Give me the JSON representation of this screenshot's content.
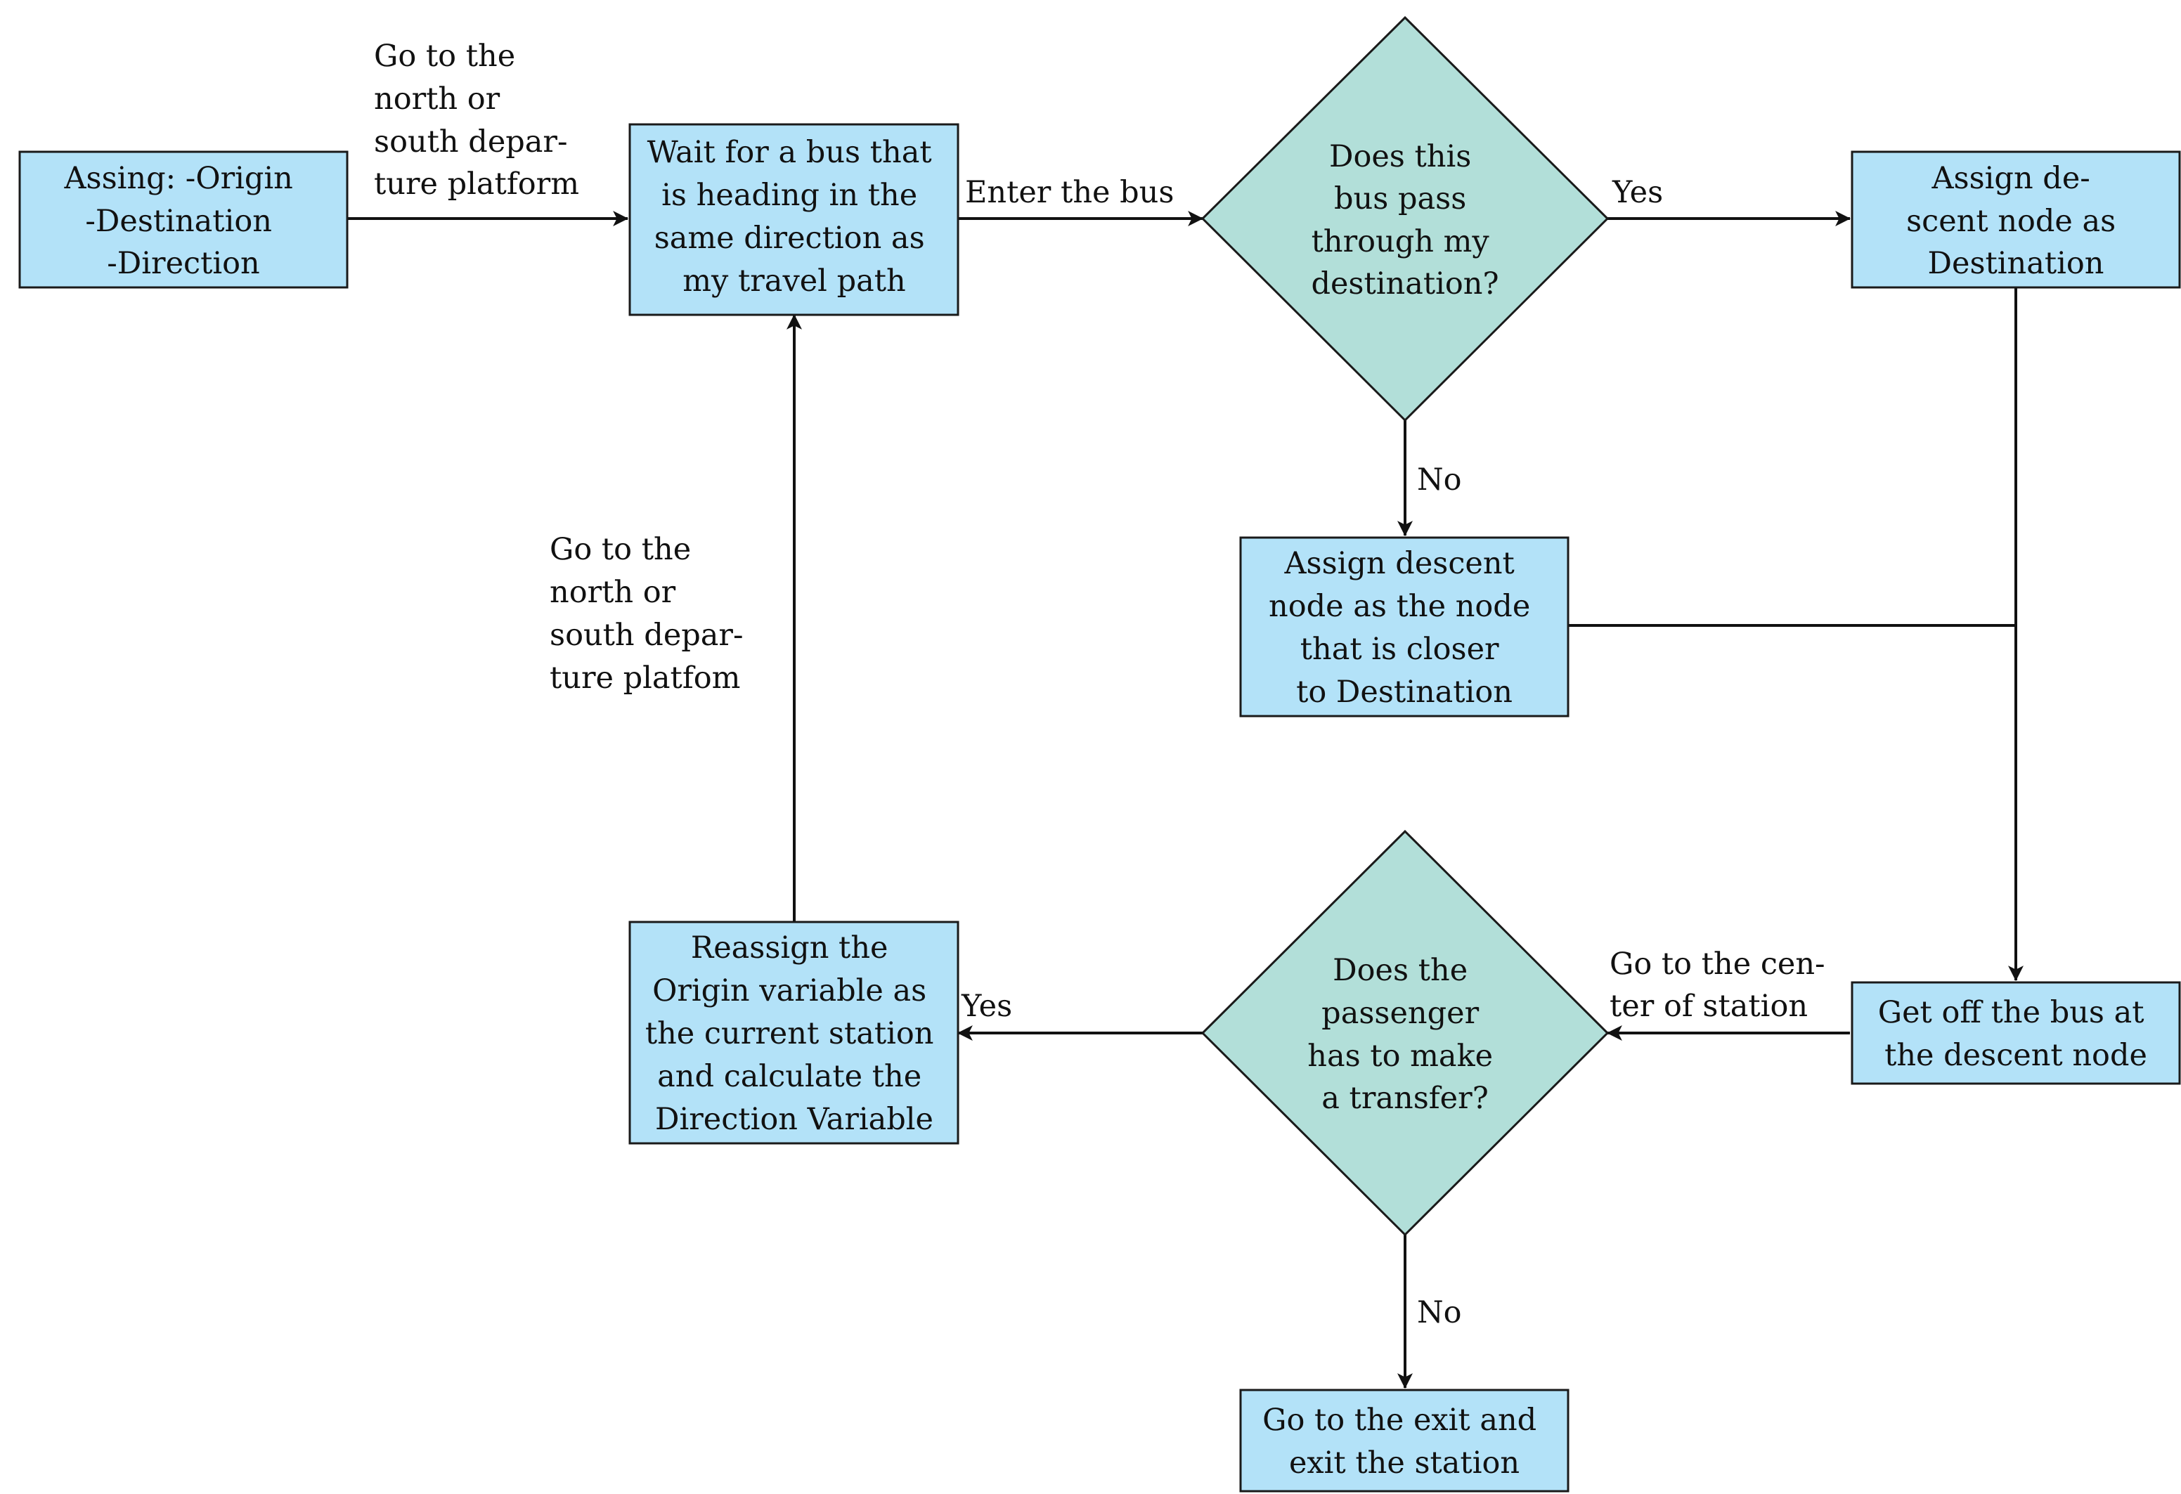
{
  "colors": {
    "process_fill": "#b3e2f8",
    "decision_fill": "#b2dfd9",
    "stroke": "#1a1a1a",
    "text": "#111111"
  },
  "nodes": {
    "assign_start": {
      "lines": [
        "Assing:  -Origin",
        "-Destination",
        "-Direction"
      ]
    },
    "wait_bus": {
      "lines": [
        "Wait for a bus that",
        "is heading in the",
        "same direction as",
        "my travel path"
      ]
    },
    "decision_destination": {
      "lines": [
        "Does this",
        "bus pass",
        "through my",
        "destination?"
      ]
    },
    "assign_destination": {
      "lines": [
        "Assign de-",
        "scent node as",
        "Destination"
      ]
    },
    "assign_closer": {
      "lines": [
        "Assign descent",
        "node as the node",
        "that is closer",
        "to Destination"
      ]
    },
    "get_off": {
      "lines": [
        "Get off the bus at",
        "the descent node"
      ]
    },
    "decision_transfer": {
      "lines": [
        "Does the",
        "passenger",
        "has to make",
        "a transfer?"
      ]
    },
    "reassign_origin": {
      "lines": [
        "Reassign the",
        "Origin variable as",
        "the current station",
        "and calculate the",
        "Direction Variable"
      ]
    },
    "exit_station": {
      "lines": [
        "Go to the exit and",
        "exit the station"
      ]
    }
  },
  "edge_labels": {
    "start_to_wait": [
      "Go to the",
      "north or",
      "south depar-",
      "ture platform"
    ],
    "wait_to_decision": [
      "Enter the bus"
    ],
    "decision_yes": [
      "Yes"
    ],
    "decision_no": [
      "No"
    ],
    "getoff_to_transfer": [
      "Go to the cen-",
      "ter of station"
    ],
    "transfer_yes": [
      "Yes"
    ],
    "transfer_no": [
      "No"
    ],
    "reassign_to_wait": [
      "Go to the",
      "north or",
      "south depar-",
      "ture platfom"
    ]
  }
}
